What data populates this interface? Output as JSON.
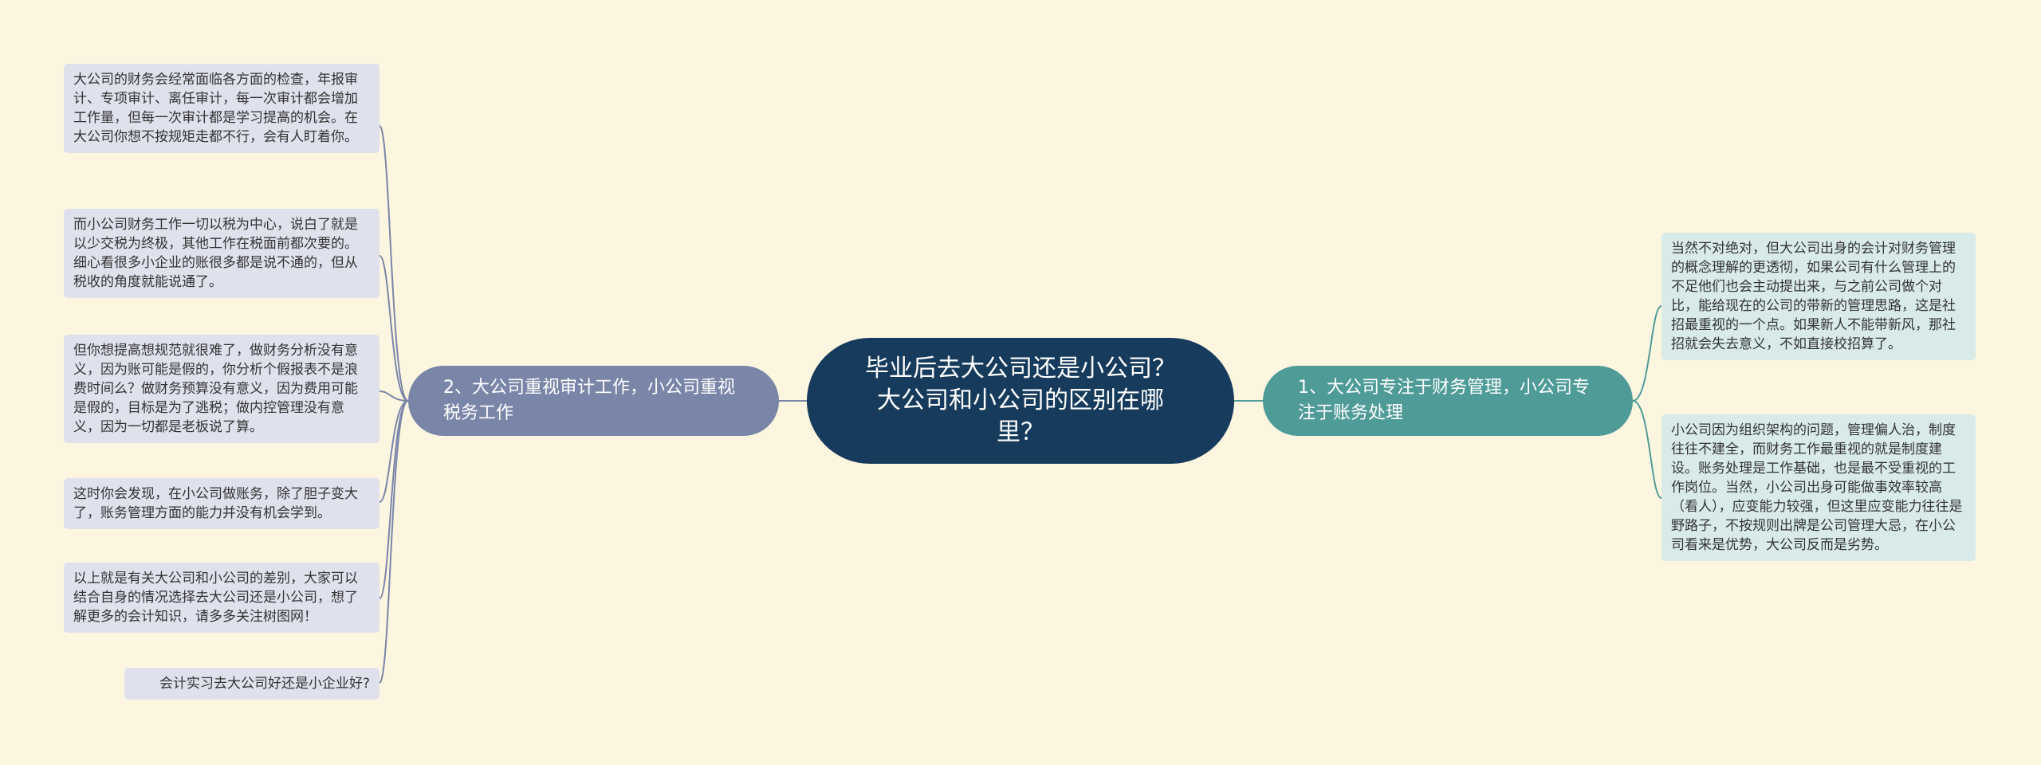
{
  "center": {
    "title": "毕业后去大公司还是小公司？大公司和小公司的区别在哪里？"
  },
  "branches": {
    "left": {
      "label": "2、大公司重视审计工作，小公司重视税务工作",
      "leaves": [
        "大公司的财务会经常面临各方面的检查，年报审计、专项审计、离任审计，每一次审计都会增加工作量，但每一次审计都是学习提高的机会。在大公司你想不按规矩走都不行，会有人盯着你。",
        "而小公司财务工作一切以税为中心，说白了就是以少交税为终极，其他工作在税面前都次要的。细心看很多小企业的账很多都是说不通的，但从税收的角度就能说通了。",
        "但你想提高想规范就很难了，做财务分析没有意义，因为账可能是假的，你分析个假报表不是浪费时间么？做财务预算没有意义，因为费用可能是假的，目标是为了逃税；做内控管理没有意义，因为一切都是老板说了算。",
        "这时你会发现，在小公司做账务，除了胆子变大了，账务管理方面的能力并没有机会学到。",
        "以上就是有关大公司和小公司的差别，大家可以结合自身的情况选择去大公司还是小公司，想了解更多的会计知识，请多多关注树图网！",
        "会计实习去大公司好还是小企业好?"
      ]
    },
    "right": {
      "label": "1、大公司专注于财务管理，小公司专注于账务处理",
      "leaves": [
        "当然不对绝对，但大公司出身的会计对财务管理的概念理解的更透彻，如果公司有什么管理上的不足他们也会主动提出来，与之前公司做个对比，能给现在的公司的带新的管理思路，这是社招最重视的一个点。如果新人不能带新风，那社招就会失去意义，不如直接校招算了。",
        "小公司因为组织架构的问题，管理偏人治，制度往往不建全，而财务工作最重视的就是制度建设。账务处理是工作基础，也是最不受重视的工作岗位。当然，小公司出身可能做事效率较高（看人），应变能力较强，但这里应变能力往往是野路子，不按规则出牌是公司管理大忌，在小公司看来是优势，大公司反而是劣势。"
      ]
    }
  },
  "colors": {
    "background": "#fcf6e0",
    "center": "#173b5c",
    "left_branch": "#7a86a8",
    "right_branch": "#4f9b98",
    "left_leaf": "#dfe1ed",
    "right_leaf": "#d8ebe9",
    "left_link": "#7a86a8",
    "right_link": "#4f9b98"
  }
}
